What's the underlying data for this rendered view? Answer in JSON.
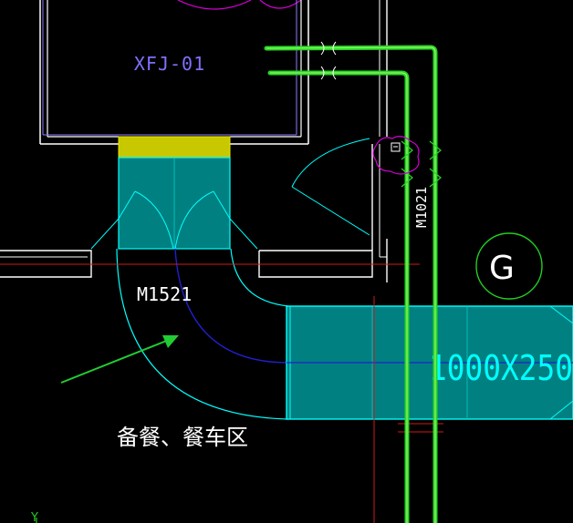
{
  "labels": {
    "equipment_tag": "XFJ-01",
    "door_tag_left": "M1521",
    "door_tag_right": "M1021",
    "duct_size": "1000X250",
    "grid_axis": "G",
    "area_name": "备餐、餐车区",
    "axis_indicator": "Y"
  },
  "colors": {
    "background": "#000000",
    "wall": "#ffffff",
    "equipment_outline": "#8c7cff",
    "duct_fill": "#008080",
    "duct_edge": "#00ffff",
    "pipe": "#29d629",
    "grid_circle": "#22cc22",
    "centerline": "#d01818",
    "annotation_arrow": "#22cc33",
    "flange": "#cccc00",
    "magenta_cloud": "#d400d4",
    "dark_arc": "#2020d0"
  }
}
